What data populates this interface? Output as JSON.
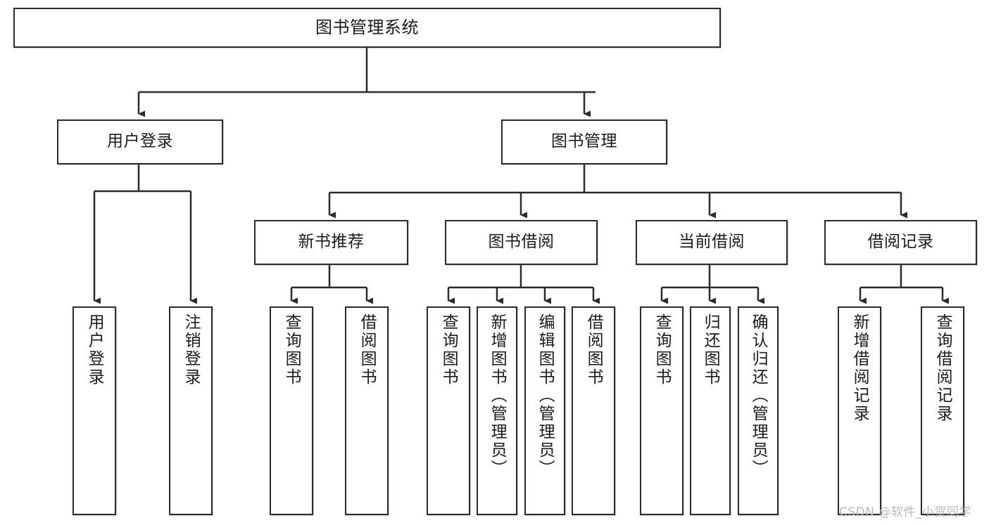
{
  "diagram": {
    "type": "tree-hierarchy",
    "title": "图书管理系统",
    "root": {
      "id": "root",
      "label": "图书管理系统"
    },
    "level2": [
      {
        "id": "user-login",
        "label": "用户登录"
      },
      {
        "id": "book-manage",
        "label": "图书管理"
      }
    ],
    "level3": [
      {
        "id": "new-book-recommend",
        "label": "新书推荐",
        "parent": "book-manage"
      },
      {
        "id": "book-borrow",
        "label": "图书借阅",
        "parent": "book-manage"
      },
      {
        "id": "current-borrow",
        "label": "当前借阅",
        "parent": "book-manage"
      },
      {
        "id": "borrow-record",
        "label": "借阅记录",
        "parent": "book-manage"
      }
    ],
    "leaves": {
      "user_login": [
        {
          "id": "leaf-user-login",
          "label": "用户登录"
        },
        {
          "id": "leaf-logout",
          "label": "注销登录"
        }
      ],
      "new_book_recommend": [
        {
          "id": "leaf-query-book-1",
          "label": "查询图书"
        },
        {
          "id": "leaf-borrow-book-1",
          "label": "借阅图书"
        }
      ],
      "book_borrow": [
        {
          "id": "leaf-query-book-2",
          "label": "查询图书"
        },
        {
          "id": "leaf-add-book",
          "label": "新增图书（管理员）"
        },
        {
          "id": "leaf-edit-book",
          "label": "编辑图书（管理员）"
        },
        {
          "id": "leaf-borrow-book-2",
          "label": "借阅图书"
        }
      ],
      "current_borrow": [
        {
          "id": "leaf-query-book-3",
          "label": "查询图书"
        },
        {
          "id": "leaf-return-book",
          "label": "归还图书"
        },
        {
          "id": "leaf-confirm-return",
          "label": "确认归还（管理员）"
        }
      ],
      "borrow_record": [
        {
          "id": "leaf-add-record",
          "label": "新增借阅记录"
        },
        {
          "id": "leaf-query-record",
          "label": "查询借阅记录"
        }
      ]
    }
  },
  "watermark": {
    "text": "CSDN @软件_小贺同学"
  },
  "colors": {
    "stroke": "#2b2b2b",
    "fill": "#ffffff",
    "text": "#1b1b1b",
    "watermark": "#b9b9b9"
  }
}
